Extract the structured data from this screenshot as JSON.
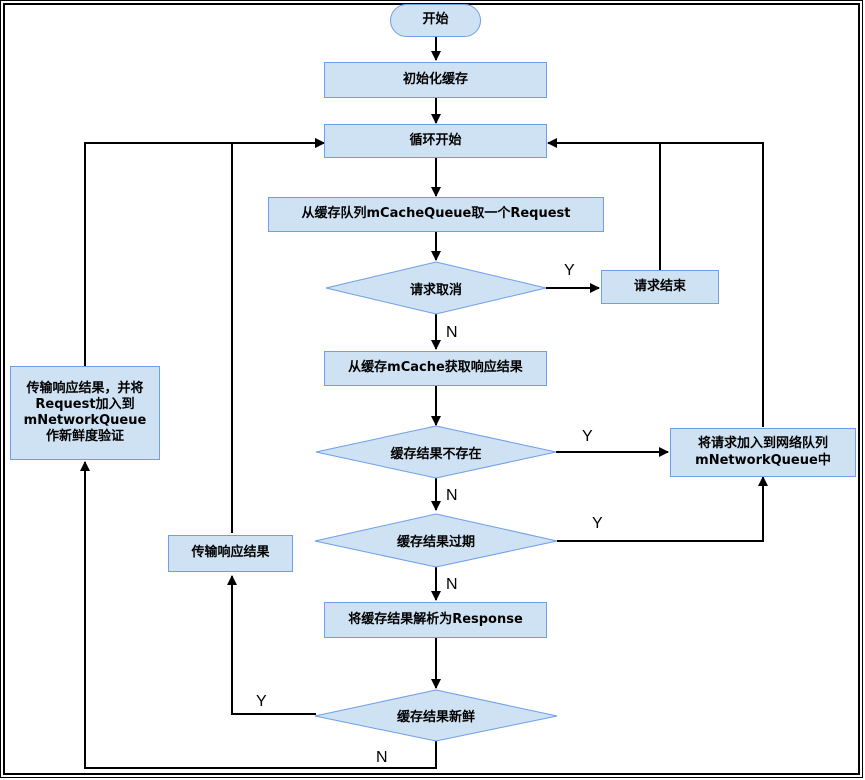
{
  "nodes": {
    "start": "开始",
    "init_cache": "初始化缓存",
    "loop_start": "循环开始",
    "take_request": "从缓存队列mCacheQueue取一个Request",
    "request_canceled": "请求取消",
    "request_end": "请求结束",
    "get_cache_result": "从缓存mCache获取响应结果",
    "cache_missing": "缓存结果不存在",
    "add_to_network_queue": "将请求加入到网络队列mNetworkQueue中",
    "cache_expired": "缓存结果过期",
    "parse_response": "将缓存结果解析为Response",
    "cache_fresh": "缓存结果新鲜",
    "deliver_response": "传输响应结果",
    "deliver_and_refresh": "传输响应结果，并将Request加入到mNetworkQueue作新鲜度验证"
  },
  "edge_labels": {
    "canceled_yes": "Y",
    "canceled_no": "N",
    "missing_yes": "Y",
    "missing_no": "N",
    "expired_yes": "Y",
    "expired_no": "N",
    "fresh_yes": "Y",
    "fresh_no": "N"
  },
  "colors": {
    "node_fill": "#cfe2f3",
    "node_border": "#6d9eeb",
    "line": "#000000"
  }
}
